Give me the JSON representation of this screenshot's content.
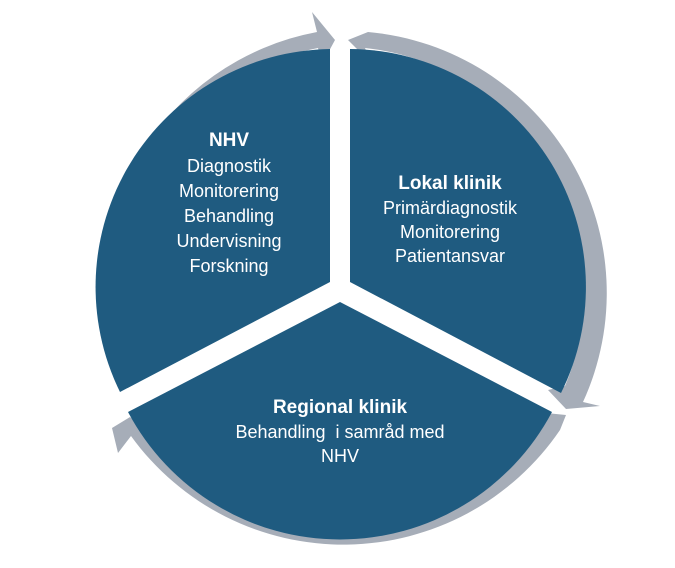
{
  "colors": {
    "segment_fill": "#1f5b80",
    "arrow_fill": "#a6adb8",
    "text": "#ffffff",
    "background": "#ffffff"
  },
  "segments": [
    {
      "id": "nhv",
      "title": "NHV",
      "lines": [
        "Diagnostik",
        "Monitorering",
        "Behandling",
        "Undervisning",
        "Forskning"
      ]
    },
    {
      "id": "lokal",
      "title": "Lokal klinik",
      "lines": [
        "Primärdiagnostik",
        "Monitorering",
        "Patientansvar"
      ]
    },
    {
      "id": "regional",
      "title": "Regional klinik",
      "lines": [
        "Behandling  i samråd med",
        "NHV"
      ]
    }
  ]
}
